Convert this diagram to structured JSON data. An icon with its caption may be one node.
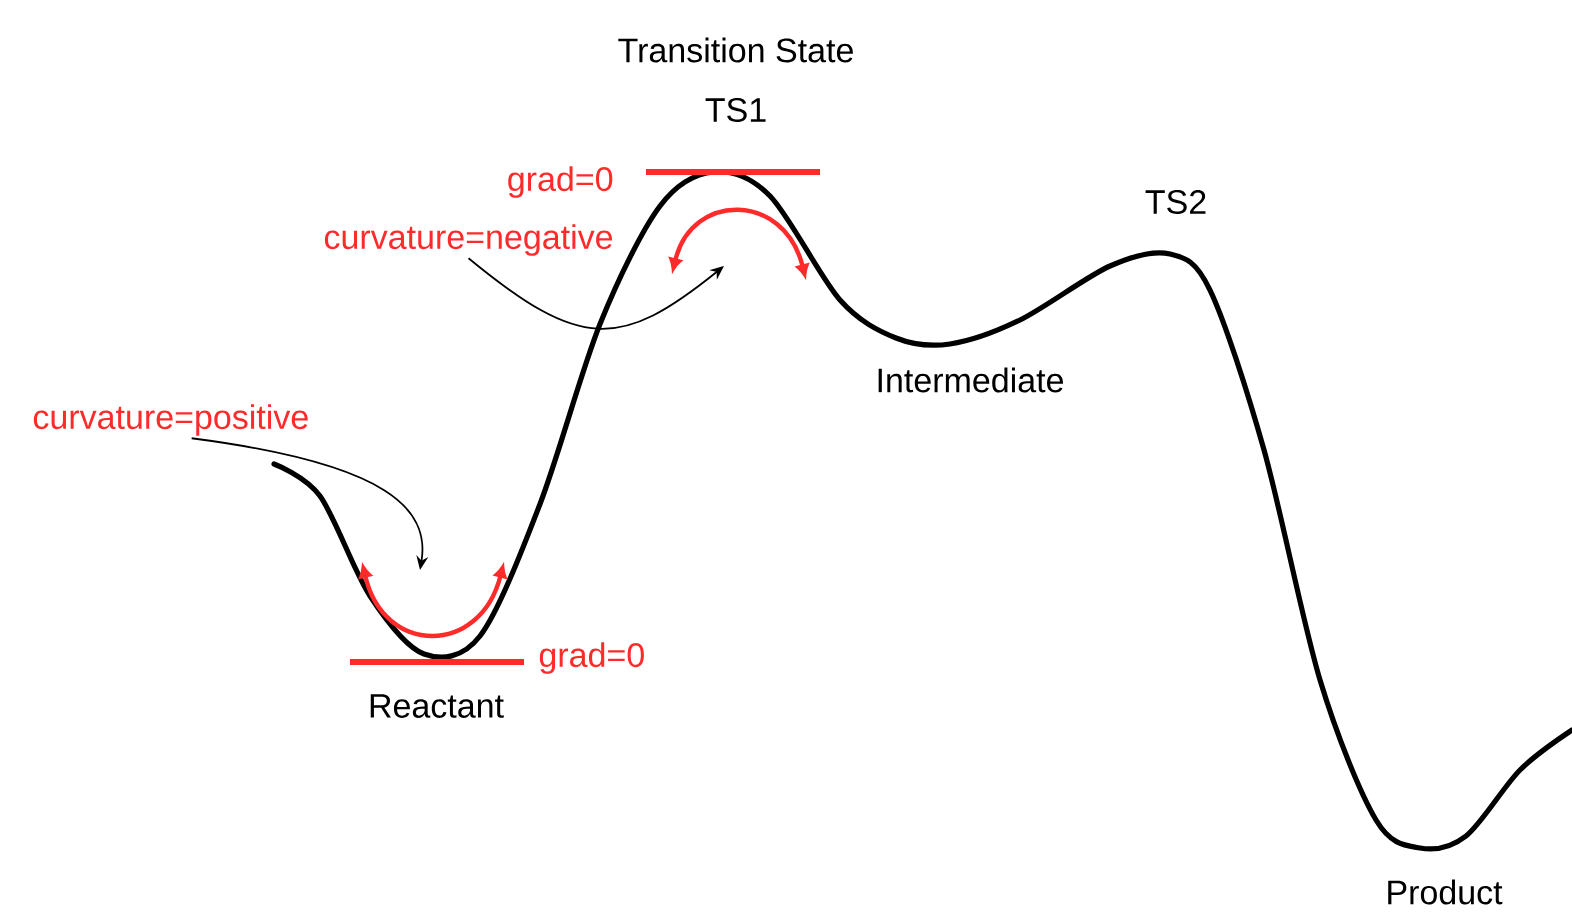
{
  "diagram": {
    "nodes": [
      {
        "text": [
          "curvature=positive"
        ]
      },
      {
        "text": [
          "curvature=negative"
        ]
      }
    ],
    "edges": [
      {
        "from": 0,
        "to": null,
        "arrow": "to"
      },
      {
        "from": 1,
        "to": null,
        "arrow": "to"
      }
    ],
    "labels": [
      "Transition State",
      "TS1",
      "grad=0",
      "TS2",
      "Intermediate",
      "grad=0",
      "Reactant",
      "Product"
    ]
  }
}
